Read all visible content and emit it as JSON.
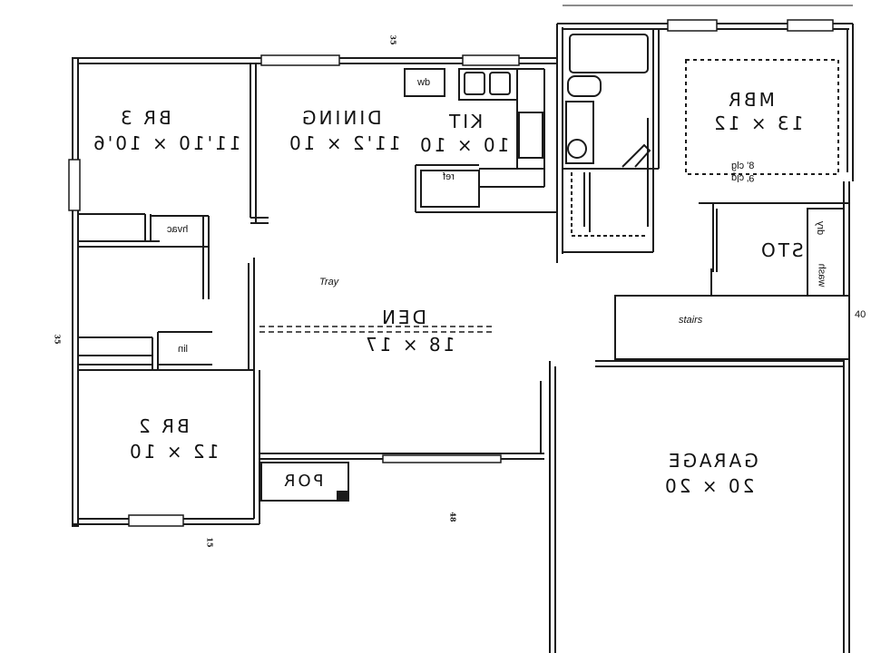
{
  "rooms": {
    "br3": {
      "name": "BR 3",
      "dims": "11'10 × 10'6"
    },
    "dining": {
      "name": "DINING",
      "dims": "11'2 × 10"
    },
    "kit": {
      "name": "KIT",
      "dims": "10 × 10"
    },
    "mbr": {
      "name": "MBR",
      "dims": "13 × 12"
    },
    "den": {
      "name": "DEN",
      "dims": "18 × 17"
    },
    "br2": {
      "name": "BR 2",
      "dims": "12 × 10"
    },
    "garage": {
      "name": "GARAGE",
      "dims": "20 × 20"
    },
    "sto": {
      "name": "STO"
    },
    "por": {
      "name": "POR"
    }
  },
  "fixtures": {
    "dw": "dw",
    "ref": "ref",
    "hvac": "hvac",
    "lin": "lin",
    "dryer": "dry",
    "washer": "wash",
    "stairs": "stairs",
    "tray": "Tray",
    "ceiling1": "8' clg",
    "ceiling2": "9' clg"
  },
  "dimensions": {
    "top": "35",
    "left": "35",
    "bottom_left": "15",
    "bottom_mid": "48",
    "right": "40"
  }
}
